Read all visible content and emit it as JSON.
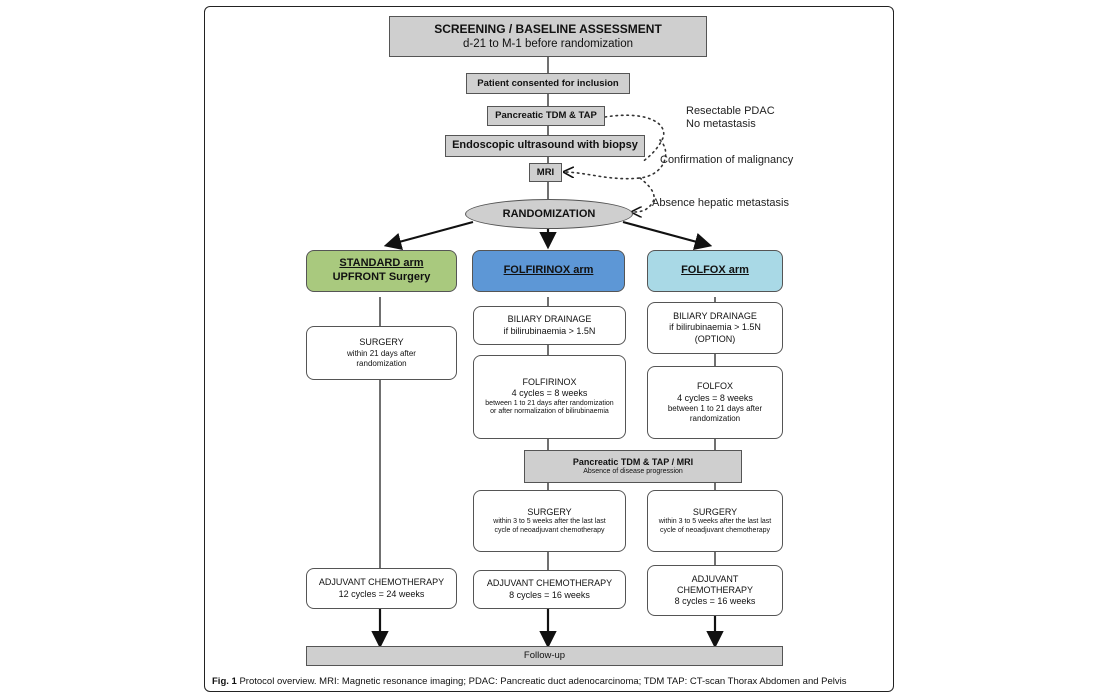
{
  "screening": {
    "title": "SCREENING / BASELINE ASSESSMENT",
    "subtitle": "d-21 to M-1 before randomization"
  },
  "consent": "Patient consented for inclusion",
  "pancreatic_tdm": "Pancreatic TDM & TAP",
  "eus": "Endoscopic ultrasound with biopsy",
  "mri": "MRI",
  "randomization": "RANDOMIZATION",
  "annotations": {
    "resectable": "Resectable PDAC",
    "no_metastasis": "No metastasis",
    "malignancy": "Confirmation of malignancy",
    "hepatic": "Absence hepatic metastasis"
  },
  "arms": {
    "standard": {
      "title": "STANDARD arm",
      "subtitle": "UPFRONT Surgery",
      "color": "#a9c97e"
    },
    "folfirinox": {
      "title": "FOLFIRINOX arm",
      "color": "#5d97d6"
    },
    "folfox": {
      "title": "FOLFOX arm",
      "color": "#a9d9e6"
    }
  },
  "standard_surgery": {
    "title": "SURGERY",
    "detail": "within 21 days after randomization"
  },
  "standard_adjuvant": {
    "title": "ADJUVANT CHEMOTHERAPY",
    "detail": "12 cycles = 24 weeks"
  },
  "folfirinox_drainage": {
    "title": "BILIARY DRAINAGE",
    "detail": "if bilirubinaemia > 1.5N"
  },
  "folfirinox_chemo": {
    "title": "FOLFIRINOX",
    "cycles": "4 cycles = 8 weeks",
    "detail": "between 1 to 21 days after randomization or after normalization of bilirubinaemia"
  },
  "folfox_drainage": {
    "title": "BILIARY DRAINAGE",
    "detail": "if bilirubinaemia > 1.5N",
    "option": "(OPTION)"
  },
  "folfox_chemo": {
    "title": "FOLFOX",
    "cycles": "4 cycles = 8 weeks",
    "detail": "between 1 to 21 days after randomization"
  },
  "reassessment": {
    "title": "Pancreatic TDM & TAP /  MRI",
    "detail": "Absence of disease progression"
  },
  "surgery_after": {
    "title": "SURGERY",
    "detail": "within 3 to 5 weeks after the last last cycle of neoadjuvant chemotherapy"
  },
  "folfirinox_adjuvant": {
    "title": "ADJUVANT CHEMOTHERAPY",
    "detail": "8 cycles = 16 weeks"
  },
  "folfox_adjuvant": {
    "title": "ADJUVANT CHEMOTHERAPY",
    "detail": "8 cycles = 16 weeks"
  },
  "followup": "Follow-up",
  "caption": {
    "label": "Fig. 1",
    "text": " Protocol overview. MRI: Magnetic resonance imaging; PDAC: Pancreatic duct adenocarcinoma; TDM TAP: CT-scan Thorax Abdomen and Pelvis"
  }
}
